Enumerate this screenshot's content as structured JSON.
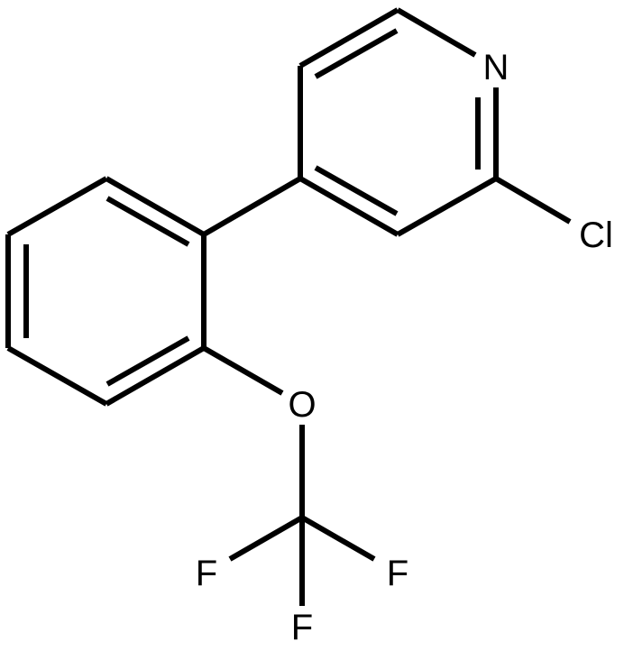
{
  "molecule": {
    "atoms": {
      "nitrogen": "N",
      "chlorine": "Cl",
      "oxygen": "O",
      "fluorine_left": "F",
      "fluorine_right": "F",
      "fluorine_bottom": "F"
    }
  },
  "colors": {
    "bond": "#000000",
    "label": "#000000",
    "background": "#ffffff"
  }
}
